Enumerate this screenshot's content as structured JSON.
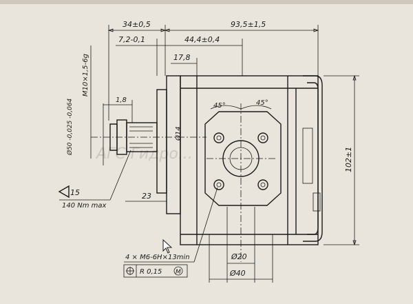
{
  "drawing": {
    "dims": {
      "d_34": "34±0,5",
      "d_93": "93,5±1,5",
      "d_7": "7,2-0,1",
      "d_44": "44,4±0,4",
      "d_17": "17,8",
      "d_18": "1,8",
      "d_14": "Ø14",
      "d_23": "23",
      "d_m10": "M10×1,5-6g",
      "d_50": "Ø50 -0,025 -0,064",
      "d_102": "102±1",
      "d_45a": "45°",
      "d_45b": "45°",
      "d_20": "Ø20",
      "d_40": "Ø40"
    },
    "notes": {
      "torque_sym": "15",
      "torque": "140 Nm max",
      "bolts": "4 × M6-6H×13min",
      "tolerance_r": "R 0,15",
      "tolerance_m": "M"
    },
    "watermark": "АГС Гидро..."
  }
}
